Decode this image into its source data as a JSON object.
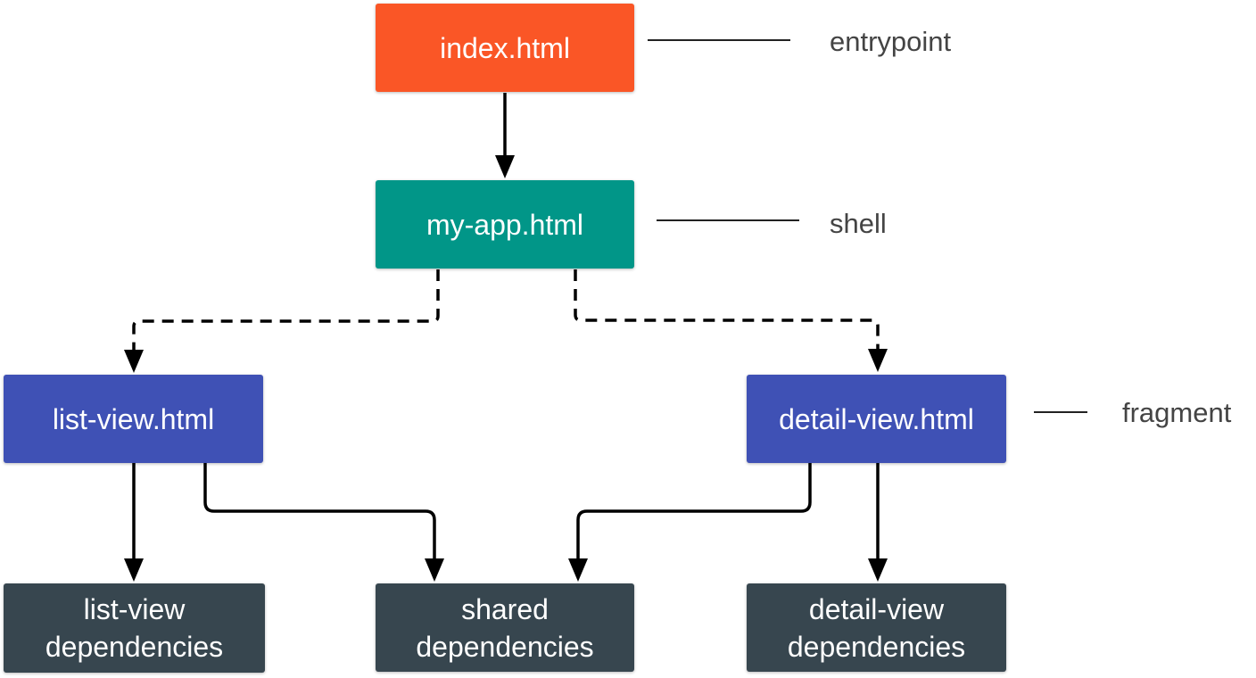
{
  "nodes": {
    "index": {
      "label": "index.html"
    },
    "my_app": {
      "label": "my-app.html"
    },
    "list_view": {
      "label": "list-view.html"
    },
    "detail_view": {
      "label": "detail-view.html"
    },
    "list_deps": {
      "line1": "list-view",
      "line2": "dependencies"
    },
    "shared_deps": {
      "line1": "shared",
      "line2": "dependencies"
    },
    "detail_deps": {
      "line1": "detail-view",
      "line2": "dependencies"
    }
  },
  "legend": {
    "entrypoint": "entrypoint",
    "shell": "shell",
    "fragment": "fragment"
  },
  "colors": {
    "entrypoint": "#fa5626",
    "shell": "#019688",
    "fragment": "#3f51b5",
    "dependencies": "#37464f",
    "edge": "#000000",
    "legend_text": "#444444"
  },
  "edges": [
    {
      "from": "index.html",
      "to": "my-app.html",
      "style": "solid"
    },
    {
      "from": "my-app.html",
      "to": "list-view.html",
      "style": "dashed"
    },
    {
      "from": "my-app.html",
      "to": "detail-view.html",
      "style": "dashed"
    },
    {
      "from": "list-view.html",
      "to": "list-view dependencies",
      "style": "solid"
    },
    {
      "from": "list-view.html",
      "to": "shared dependencies",
      "style": "solid"
    },
    {
      "from": "detail-view.html",
      "to": "shared dependencies",
      "style": "solid"
    },
    {
      "from": "detail-view.html",
      "to": "detail-view dependencies",
      "style": "solid"
    }
  ]
}
